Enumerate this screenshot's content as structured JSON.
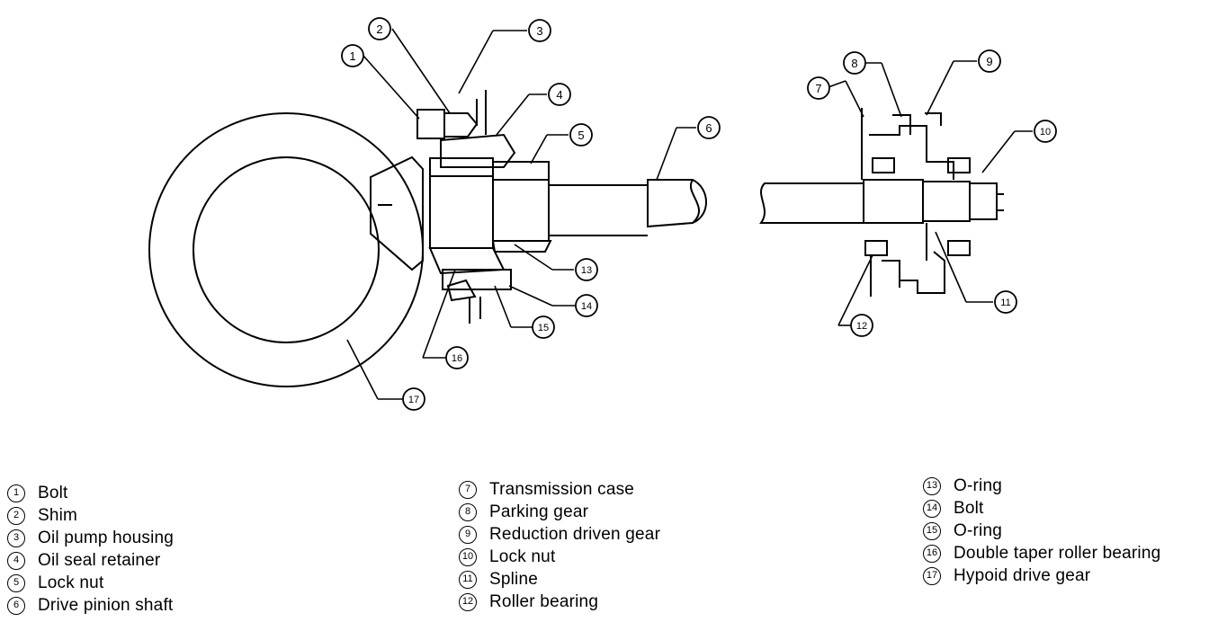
{
  "callouts": [
    "1",
    "2",
    "3",
    "4",
    "5",
    "6",
    "7",
    "8",
    "9",
    "10",
    "11",
    "12",
    "13",
    "14",
    "15",
    "16",
    "17"
  ],
  "legend": {
    "col1": [
      {
        "num": "1",
        "label": "Bolt"
      },
      {
        "num": "2",
        "label": "Shim"
      },
      {
        "num": "3",
        "label": "Oil pump housing"
      },
      {
        "num": "4",
        "label": "Oil seal retainer"
      },
      {
        "num": "5",
        "label": "Lock nut"
      },
      {
        "num": "6",
        "label": "Drive pinion shaft"
      }
    ],
    "col2": [
      {
        "num": "7",
        "label": "Transmission case"
      },
      {
        "num": "8",
        "label": "Parking gear"
      },
      {
        "num": "9",
        "label": "Reduction driven gear"
      },
      {
        "num": "10",
        "label": "Lock nut"
      },
      {
        "num": "11",
        "label": "Spline"
      },
      {
        "num": "12",
        "label": "Roller bearing"
      }
    ],
    "col3": [
      {
        "num": "13",
        "label": "O-ring"
      },
      {
        "num": "14",
        "label": "Bolt"
      },
      {
        "num": "15",
        "label": "O-ring"
      },
      {
        "num": "16",
        "label": "Double taper roller bearing"
      },
      {
        "num": "17",
        "label": "Hypoid drive gear"
      }
    ]
  }
}
